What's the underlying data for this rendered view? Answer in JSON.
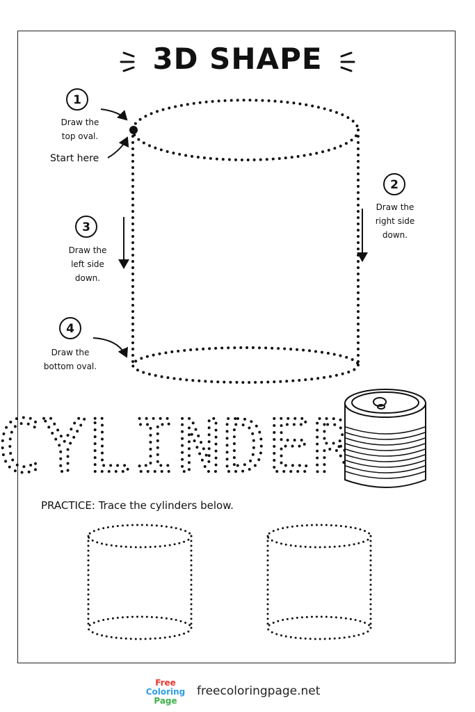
{
  "worksheet": {
    "title": "3D SHAPE",
    "steps": [
      {
        "number": "1",
        "line1": "Draw the",
        "line2": "top oval.",
        "line3": ""
      },
      {
        "number": "2",
        "line1": "Draw the",
        "line2": "right side",
        "line3": "down."
      },
      {
        "number": "3",
        "line1": "Draw the",
        "line2": "left side",
        "line3": "down."
      },
      {
        "number": "4",
        "line1": "Draw the",
        "line2": "bottom oval.",
        "line3": ""
      }
    ],
    "start_label": "Start here",
    "trace_word": "CYLINDER",
    "practice_label": "PRACTICE: Trace the cylinders below."
  },
  "footer": {
    "logo_words": [
      "Free",
      "Coloring",
      "Page"
    ],
    "logo_colors": [
      "#e8372c",
      "#f6b21b",
      "#2d9ee0",
      "#3bb34a"
    ],
    "site": "freecoloringpage.net"
  }
}
